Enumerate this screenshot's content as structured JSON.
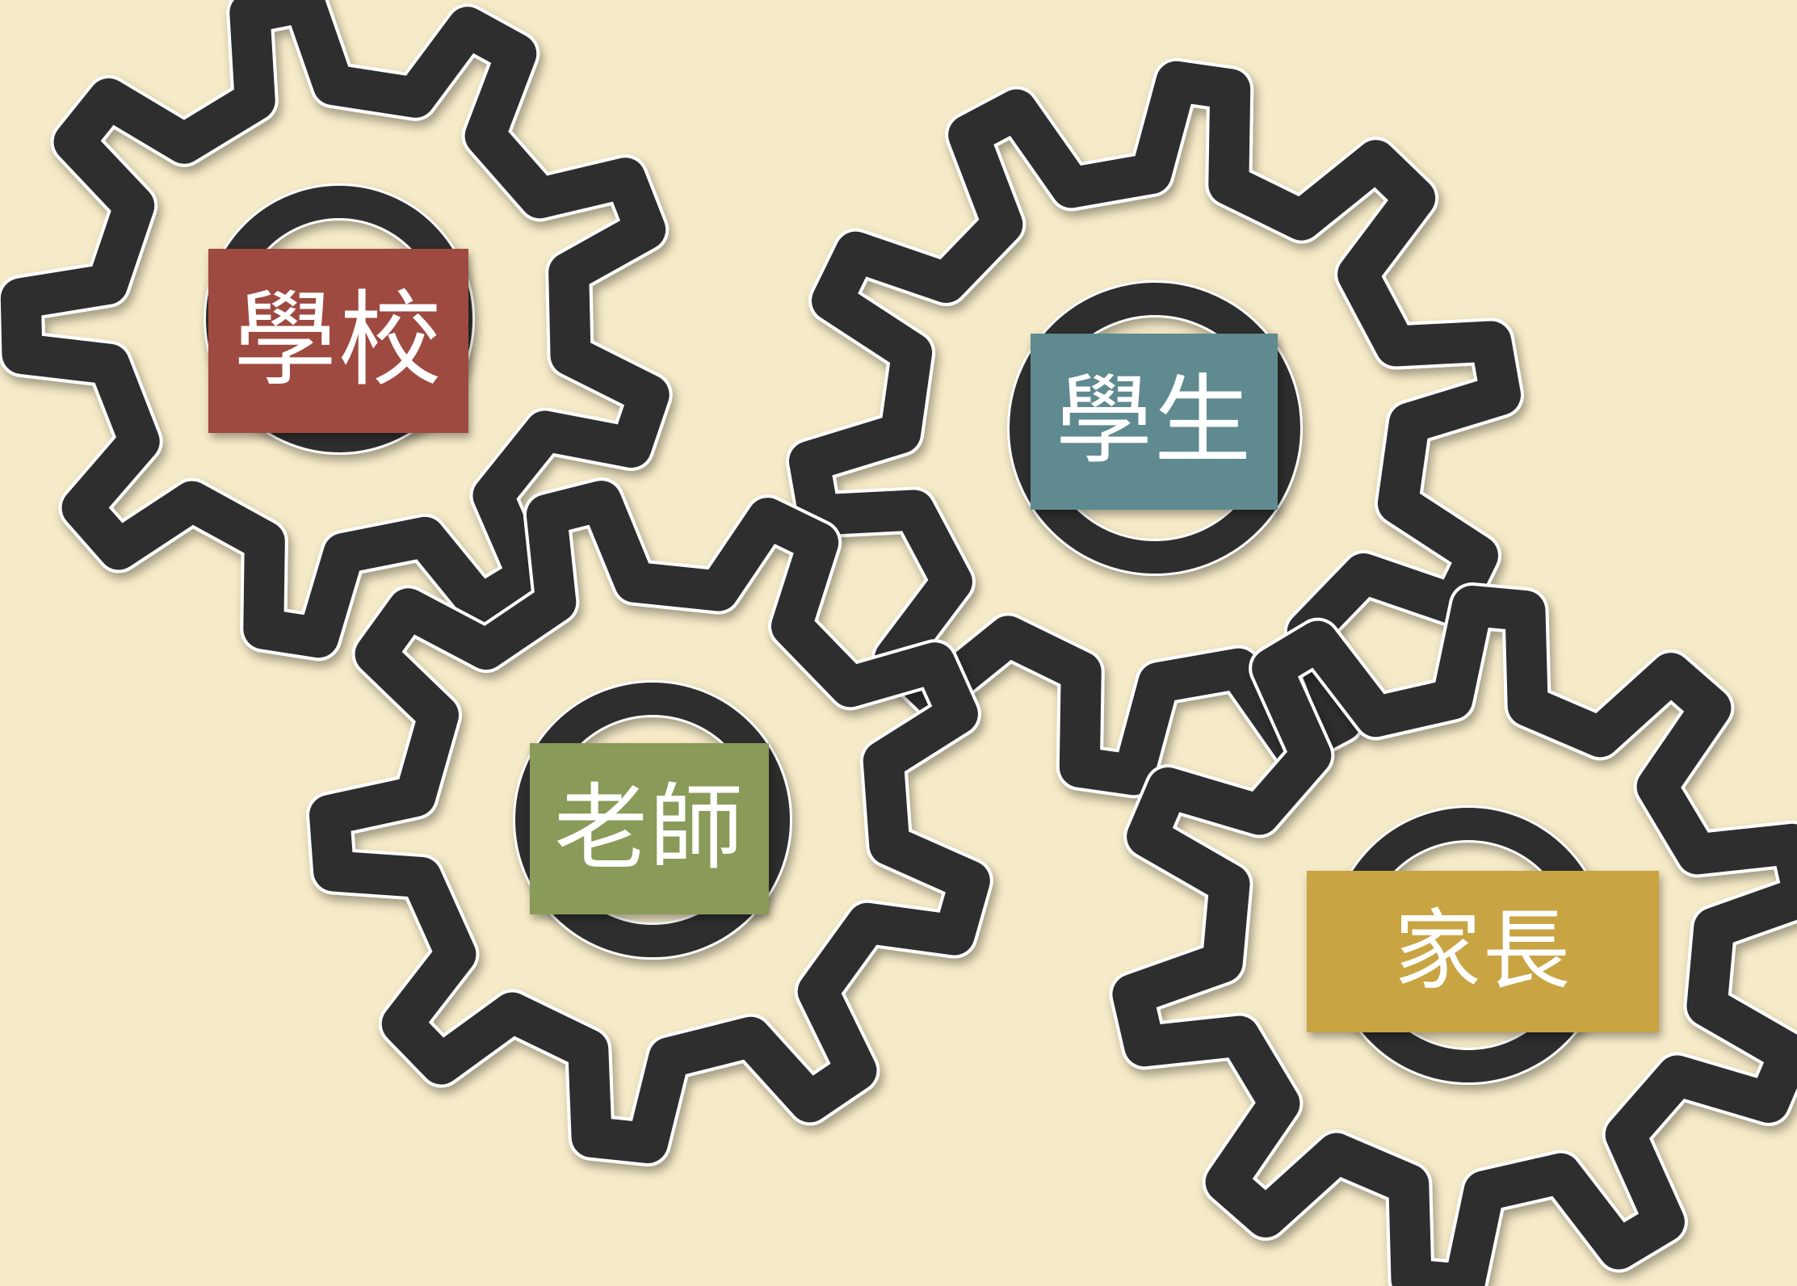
{
  "gears": [
    {
      "id": "school",
      "label": "學校",
      "label_color": "#9e4a40"
    },
    {
      "id": "student",
      "label": "學生",
      "label_color": "#5f8a8f"
    },
    {
      "id": "teacher",
      "label": "老師",
      "label_color": "#8a9a58"
    },
    {
      "id": "parent",
      "label": "家長",
      "label_color": "#c9a443"
    }
  ],
  "colors": {
    "background": "#f6ebc8",
    "gear_fill": "#2f2f2f",
    "gear_outline": "#ffffff",
    "label_text": "#ffffff"
  }
}
